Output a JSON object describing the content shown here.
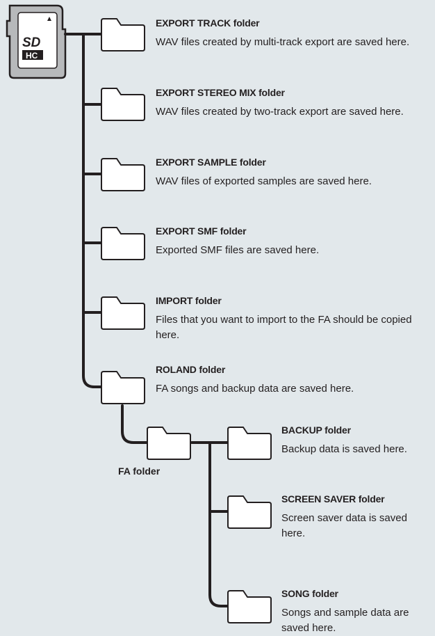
{
  "sd_card": {
    "label_top": "SD",
    "label_bottom": "HC",
    "icon": "sdhc-card-icon"
  },
  "folders": [
    {
      "title": "EXPORT TRACK folder",
      "description": "WAV files created by multi-track export are saved here."
    },
    {
      "title": "EXPORT STEREO MIX folder",
      "description": "WAV files created by two-track export are saved here."
    },
    {
      "title": "EXPORT SAMPLE folder",
      "description": "WAV files of exported samples are saved here."
    },
    {
      "title": "EXPORT SMF folder",
      "description": "Exported SMF files are saved here."
    },
    {
      "title": "IMPORT folder",
      "description": "Files that you want to import to the FA should be copied here."
    },
    {
      "title": "ROLAND folder",
      "description": "FA songs and backup data are saved here."
    }
  ],
  "fa_folder": {
    "label": "FA folder"
  },
  "subfolders": [
    {
      "title": "BACKUP folder",
      "description": "Backup data is saved here."
    },
    {
      "title": "SCREEN SAVER folder",
      "description": "Screen saver data is saved here."
    },
    {
      "title": "SONG folder",
      "description": "Songs and sample data are saved here."
    }
  ],
  "colors": {
    "background": "#e2e8eb",
    "line": "#231f20",
    "folder_fill": "#ffffff"
  }
}
